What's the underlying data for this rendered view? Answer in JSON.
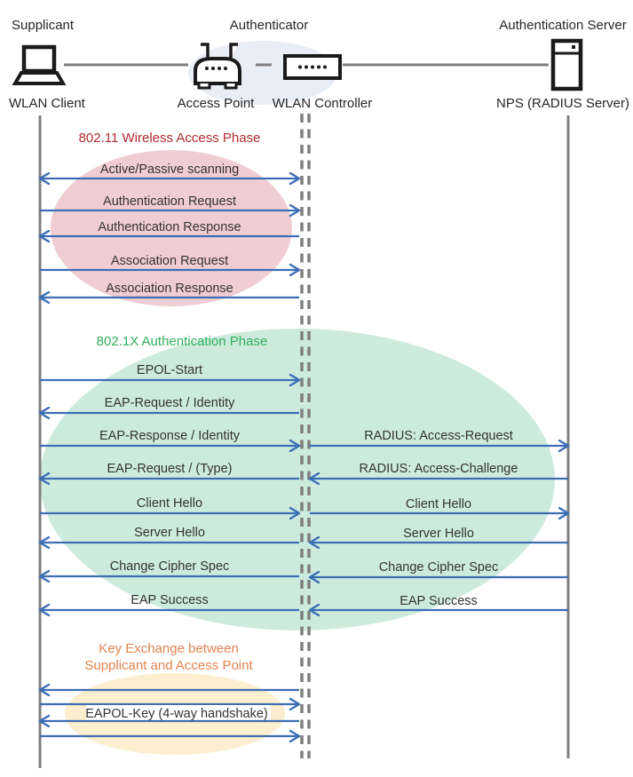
{
  "header": {
    "roles": {
      "supplicant": "Supplicant",
      "authenticator": "Authenticator",
      "auth_server": "Authentication Server"
    },
    "devices": {
      "wlan_client": "WLAN Client",
      "access_point": "Access Point",
      "wlan_controller": "WLAN Controller",
      "nps": "NPS (RADIUS Server)"
    }
  },
  "phase1": {
    "title": "802.11 Wireless Access Phase",
    "messages": [
      {
        "label": "Active/Passive scanning",
        "direction": "both"
      },
      {
        "label": "Authentication Request",
        "direction": "right"
      },
      {
        "label": "Authentication Response",
        "direction": "left"
      },
      {
        "label": "Association Request",
        "direction": "right"
      },
      {
        "label": "Association Response",
        "direction": "left"
      }
    ]
  },
  "phase2": {
    "title": "802.1X Authentication Phase",
    "supplicant_messages": [
      {
        "label": "EPOL-Start",
        "direction": "right"
      },
      {
        "label": "EAP-Request / Identity",
        "direction": "left"
      },
      {
        "label": "EAP-Response / Identity",
        "direction": "right"
      },
      {
        "label": "EAP-Request / (Type)",
        "direction": "left"
      },
      {
        "label": "Client Hello",
        "direction": "right"
      },
      {
        "label": "Server Hello",
        "direction": "left"
      },
      {
        "label": "Change Cipher Spec",
        "direction": "left"
      },
      {
        "label": "EAP Success",
        "direction": "left"
      }
    ],
    "radius_messages": [
      {
        "label": "RADIUS: Access-Request",
        "direction": "right"
      },
      {
        "label": "RADIUS: Access-Challenge",
        "direction": "left"
      },
      {
        "label": "Client Hello",
        "direction": "right"
      },
      {
        "label": "Server Hello",
        "direction": "left"
      },
      {
        "label": "Change Cipher Spec",
        "direction": "left"
      },
      {
        "label": "EAP Success",
        "direction": "left"
      }
    ]
  },
  "phase3": {
    "title_line1": "Key Exchange between",
    "title_line2": "Supplicant and Access Point",
    "handshake_label": "EAPOL-Key (4-way handshake)",
    "arrows": [
      "left",
      "right",
      "left",
      "right"
    ]
  },
  "colors": {
    "arrow": "#3D6EB5",
    "lifeline": "#7F7F7F",
    "msgtext": "#333333",
    "p1text": "#B22A2E",
    "p1fill": "#F0CDD2",
    "p2text": "#2FB05A",
    "p2fill": "#CDEBDC",
    "p3text": "#E2834F",
    "p3fill": "#FCEECE",
    "authfill": "#E9EDF6",
    "icon": "#1A1A1A"
  }
}
